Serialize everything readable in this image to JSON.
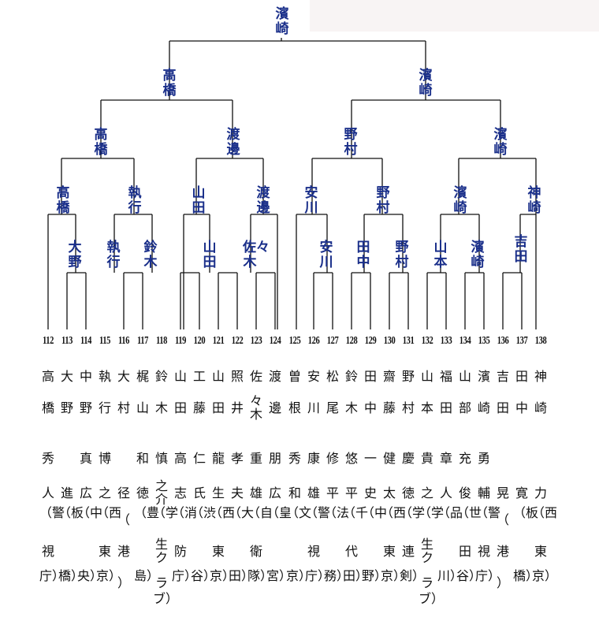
{
  "bracket": {
    "champion": "濱崎",
    "semifinal": [
      "高橋",
      "濱崎"
    ],
    "quarterfinal": [
      "高橋",
      "渡邊",
      "野村",
      "濱崎"
    ],
    "round3": [
      "高橋",
      "執行",
      "山田",
      "渡邊",
      "安川",
      "野村",
      "濱崎",
      "神崎"
    ],
    "round2": [
      "大野",
      "執行",
      "鈴木",
      "山田",
      "佐々木",
      "安川",
      "田中",
      "野村",
      "山本",
      "濱崎",
      "吉田"
    ]
  },
  "entrants": [
    {
      "no": "112",
      "rows": [
        "高",
        "橋",
        "秀",
        "人",
        "（警",
        "視",
        "庁）"
      ]
    },
    {
      "no": "113",
      "rows": [
        "大",
        "野",
        "",
        "進",
        "（板",
        "",
        "橋）"
      ]
    },
    {
      "no": "114",
      "rows": [
        "中",
        "野",
        "真",
        "広",
        "（中",
        "",
        "央）"
      ]
    },
    {
      "no": "115",
      "rows": [
        "執",
        "行",
        "博",
        "之",
        "（西",
        "東",
        "京）"
      ]
    },
    {
      "no": "116",
      "rows": [
        "大",
        "村",
        "",
        "径",
        "（",
        "港",
        "）"
      ]
    },
    {
      "no": "117",
      "rows": [
        "梶",
        "山",
        "和",
        "徳",
        "（豊",
        "",
        "島）"
      ]
    },
    {
      "no": "118",
      "rows": [
        "鈴",
        "木",
        "慎",
        "之介",
        "（学",
        "生ク",
        "ラブ）"
      ]
    },
    {
      "no": "119",
      "rows": [
        "山",
        "田",
        "高",
        "志",
        "（消",
        "防",
        "庁）"
      ]
    },
    {
      "no": "120",
      "rows": [
        "工",
        "藤",
        "仁",
        "氏",
        "（渋",
        "",
        "谷）"
      ]
    },
    {
      "no": "121",
      "rows": [
        "山",
        "田",
        "龍",
        "生",
        "（西",
        "東",
        "京）"
      ]
    },
    {
      "no": "122",
      "rows": [
        "照",
        "井",
        "孝",
        "夫",
        "（大",
        "",
        "田）"
      ]
    },
    {
      "no": "123",
      "rows": [
        "佐",
        "々木",
        "重",
        "雄",
        "（自",
        "衛",
        "隊）"
      ]
    },
    {
      "no": "124",
      "rows": [
        "渡",
        "邊",
        "朋",
        "広",
        "（皇",
        "",
        "宮）"
      ]
    },
    {
      "no": "125",
      "rows": [
        "曽",
        "根",
        "秀",
        "和",
        "（文",
        "",
        "京）"
      ]
    },
    {
      "no": "126",
      "rows": [
        "安",
        "川",
        "康",
        "雄",
        "（警",
        "視",
        "庁）"
      ]
    },
    {
      "no": "127",
      "rows": [
        "松",
        "尾",
        "修",
        "平",
        "（法",
        "",
        "務）"
      ]
    },
    {
      "no": "128",
      "rows": [
        "鈴",
        "木",
        "悠",
        "平",
        "（千",
        "代",
        "田）"
      ]
    },
    {
      "no": "129",
      "rows": [
        "田",
        "中",
        "一",
        "史",
        "（中",
        "",
        "野）"
      ]
    },
    {
      "no": "130",
      "rows": [
        "齋",
        "藤",
        "健",
        "太",
        "（西",
        "東",
        "京）"
      ]
    },
    {
      "no": "131",
      "rows": [
        "野",
        "村",
        "慶",
        "徳",
        "（学",
        "連",
        "剣）"
      ]
    },
    {
      "no": "132",
      "rows": [
        "山",
        "本",
        "貴",
        "之",
        "（学",
        "生ク",
        "ラブ）"
      ]
    },
    {
      "no": "133",
      "rows": [
        "福",
        "田",
        "章",
        "人",
        "（品",
        "",
        "川）"
      ]
    },
    {
      "no": "134",
      "rows": [
        "山",
        "部",
        "充",
        "俊",
        "（世",
        "田",
        "谷）"
      ]
    },
    {
      "no": "135",
      "rows": [
        "濱",
        "崎",
        "勇",
        "輔",
        "（警",
        "視",
        "庁）"
      ]
    },
    {
      "no": "136",
      "rows": [
        "吉",
        "田",
        "",
        "晃",
        "（",
        "港",
        "）"
      ]
    },
    {
      "no": "137",
      "rows": [
        "田",
        "中",
        "",
        "寛",
        "（板",
        "",
        "橋）"
      ]
    },
    {
      "no": "138",
      "rows": [
        "神",
        "崎",
        "",
        "力",
        "（西",
        "東",
        "京）"
      ]
    }
  ]
}
